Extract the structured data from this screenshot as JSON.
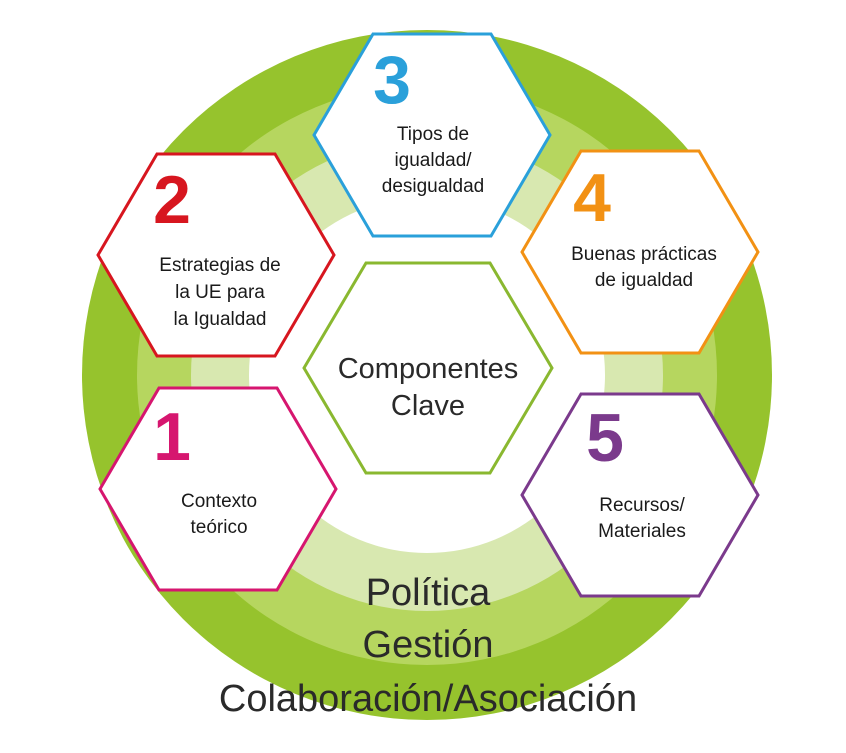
{
  "center": {
    "lines": [
      "Componentes",
      "Clave"
    ]
  },
  "components": [
    {
      "number": "1",
      "color": "#d6166f",
      "lines": [
        "Contexto",
        "teórico"
      ]
    },
    {
      "number": "2",
      "color": "#d7161f",
      "lines": [
        "Estrategias de",
        "la UE para",
        "la Igualdad"
      ]
    },
    {
      "number": "3",
      "color": "#2aa0da",
      "lines": [
        "Tipos de",
        "igualdad/",
        "desigualdad"
      ]
    },
    {
      "number": "4",
      "color": "#f29114",
      "lines": [
        "Buenas prácticas",
        "de igualdad"
      ]
    },
    {
      "number": "5",
      "color": "#7b3a8c",
      "lines": [
        "Recursos/",
        "Materiales"
      ]
    }
  ],
  "outer_ring": {
    "lines": [
      "Política",
      "Gestión",
      "Colaboración/Asociación"
    ]
  },
  "colors": {
    "ring_outer": "#96c32d",
    "ring_middle": "#b6d65f",
    "ring_inner": "#d8e8b0",
    "center_border": "#8ab830"
  }
}
